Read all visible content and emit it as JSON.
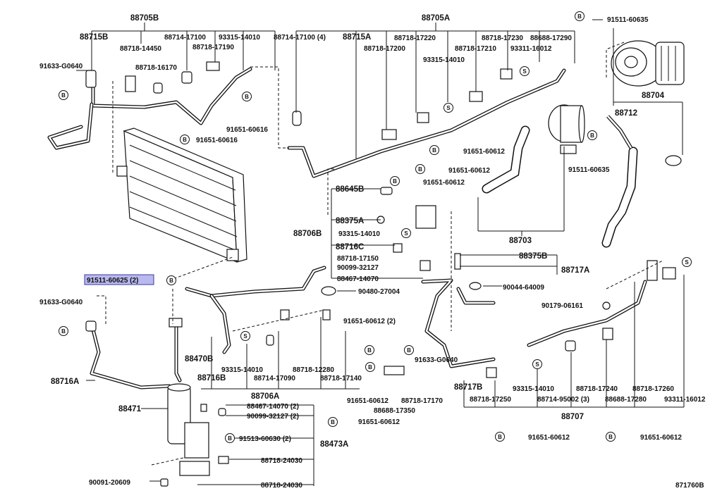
{
  "labels": {
    "l88705B": "88705B",
    "l88705A": "88705A",
    "l88715B": "88715B",
    "l88715A": "88715A",
    "l88714_17100": "88714-17100",
    "l93315_14010_a": "93315-14010",
    "l88714_17100_4": "88714-17100 (4)",
    "l88718_17220": "88718-17220",
    "l88718_17230": "88718-17230",
    "l88688_17290": "88688-17290",
    "l88718_14450": "88718-14450",
    "l88718_17190": "88718-17190",
    "l88718_17200": "88718-17200",
    "l88718_17210": "88718-17210",
    "l93311_16012_a": "93311-16012",
    "l91633_G0640_a": "91633-G0640",
    "l88718_16170": "88718-16170",
    "l93315_14010_b": "93315-14010",
    "l91511_60635_a": "91511-60635",
    "l88704": "88704",
    "l88712": "88712",
    "l91651_60616_a": "91651-60616",
    "l91651_60616_b": "91651-60616",
    "l91651_60612_a": "91651-60612",
    "l91651_60612_b": "91651-60612",
    "l91651_60612_c": "91651-60612",
    "l91511_60635_b": "91511-60635",
    "l88645B": "88645B",
    "l88375A": "88375A",
    "l88706B": "88706B",
    "l93315_14010_c": "93315-14010",
    "l88716C": "88716C",
    "l88703": "88703",
    "l88718_17150": "88718-17150",
    "l90099_32127": "90099-32127",
    "l88467_14070": "88467-14070",
    "l88375B": "88375B",
    "l88717A": "88717A",
    "l91511_60625_2": "91511-60625 (2)",
    "l90480_27004": "90480-27004",
    "l90044_64009": "90044-64009",
    "l91633_G0640_b": "91633-G0640",
    "l90179_06161": "90179-06161",
    "l91651_60612_2": "91651-60612 (2)",
    "l88470B": "88470B",
    "l91633_G0640_c": "91633-G0640",
    "l93315_14010_d": "93315-14010",
    "l88718_12280": "88718-12280",
    "l88716A": "88716A",
    "l88716B": "88716B",
    "l88714_17090": "88714-17090",
    "l88718_17140": "88718-17140",
    "l91651_60612_d": "91651-60612",
    "l88718_17170": "88718-17170",
    "l88717B": "88717B",
    "l93315_14010_e": "93315-14010",
    "l88718_17240": "88718-17240",
    "l88718_17260": "88718-17260",
    "l88706A": "88706A",
    "l88688_17350": "88688-17350",
    "l88718_17250": "88718-17250",
    "l88714_95002_3": "88714-95002 (3)",
    "l88688_17280": "88688-17280",
    "l93311_16012_b": "93311-16012",
    "l88471": "88471",
    "l88467_14070_2": "88467-14070 (2)",
    "l90099_32127_2": "90099-32127 (2)",
    "l88707": "88707",
    "l91651_60612_e": "91651-60612",
    "l91513_60630_2": "91513-60630 (2)",
    "l88473A": "88473A",
    "l91651_60612_f": "91651-60612",
    "l91651_60612_g": "91651-60612",
    "l88718_24030_a": "88718-24030",
    "l90091_20609": "90091-20609",
    "l88718_24030_b": "88718-24030",
    "drawing_number": "871760B"
  },
  "marker": {
    "b": "B",
    "s": "S"
  }
}
